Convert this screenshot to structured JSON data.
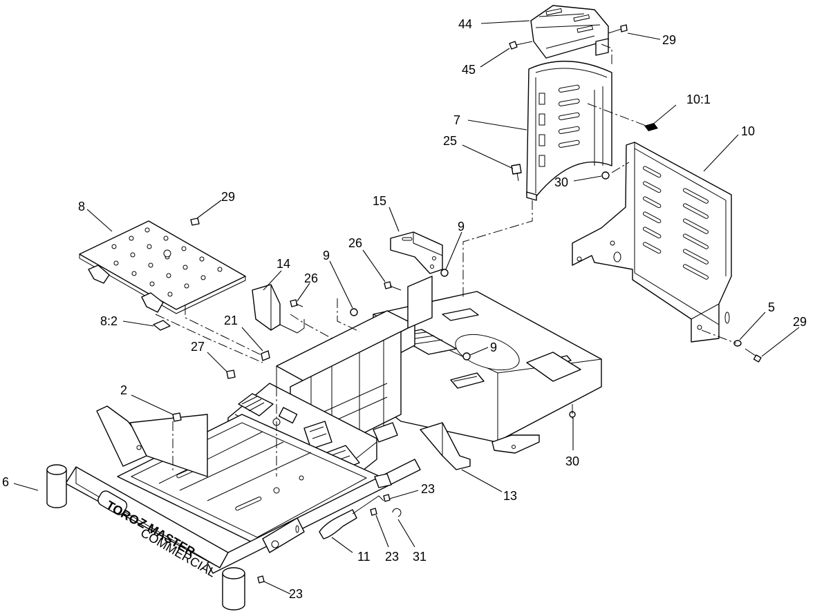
{
  "callouts": {
    "c44": "44",
    "c29a": "29",
    "c45": "45",
    "c10_1": "10:1",
    "c7": "7",
    "c10": "10",
    "c25": "25",
    "c30a": "30",
    "c8": "8",
    "c29b": "29",
    "c15": "15",
    "c9a": "9",
    "c26a": "26",
    "c9b": "9",
    "c14": "14",
    "c26b": "26",
    "c8_2": "8:2",
    "c21": "21",
    "c9c": "9",
    "c5": "5",
    "c29c": "29",
    "c27": "27",
    "c2": "2",
    "c30b": "30",
    "c6": "6",
    "c13": "13",
    "c23a": "23",
    "c11": "11",
    "c23b": "23",
    "c31": "31",
    "c23c": "23"
  },
  "logo": {
    "brand": "TORO",
    "model": "Z MASTER",
    "model_sub": "COMMERCIAL"
  }
}
